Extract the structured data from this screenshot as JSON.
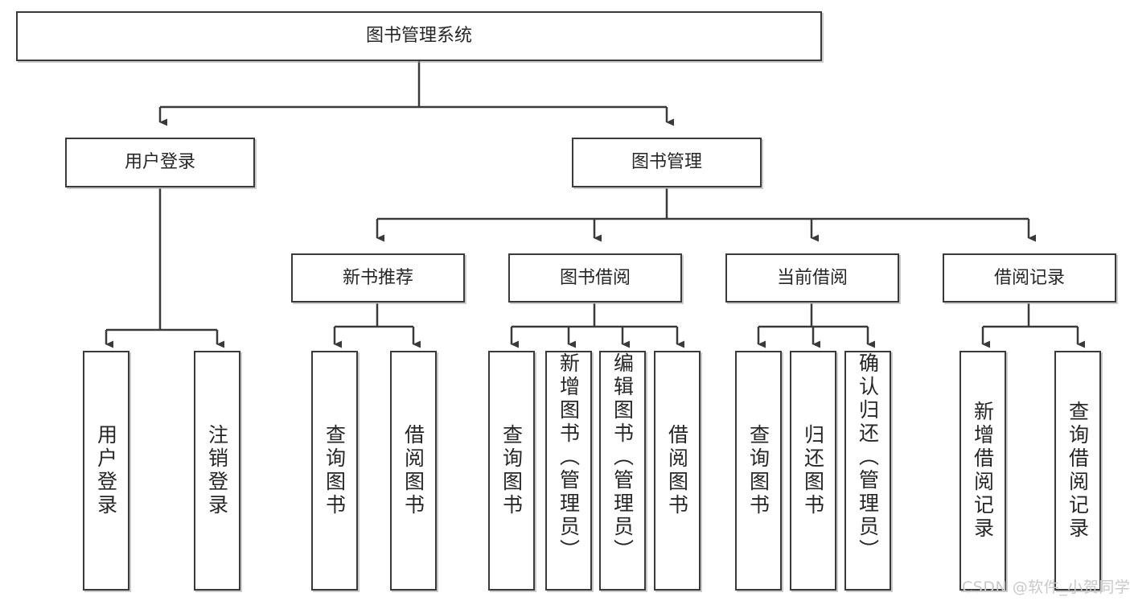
{
  "diagram": {
    "type": "hierarchy-tree",
    "title": "图书管理系统",
    "levels": {
      "root": {
        "label": "图书管理系统"
      },
      "level2": [
        {
          "label": "用户登录"
        },
        {
          "label": "图书管理"
        }
      ],
      "level3": [
        {
          "label": "新书推荐"
        },
        {
          "label": "图书借阅"
        },
        {
          "label": "当前借阅"
        },
        {
          "label": "借阅记录"
        }
      ],
      "leaves": {
        "user_login": [
          {
            "label": "用户登录"
          },
          {
            "label": "注销登录"
          }
        ],
        "new_book_recommend": [
          {
            "label": "查询图书"
          },
          {
            "label": "借阅图书"
          }
        ],
        "book_borrow": [
          {
            "label": "查询图书"
          },
          {
            "label": "新增图书（管理员）"
          },
          {
            "label": "编辑图书（管理员）"
          },
          {
            "label": "借阅图书"
          }
        ],
        "current_borrow": [
          {
            "label": "查询图书"
          },
          {
            "label": "归还图书"
          },
          {
            "label": "确认归还（管理员）"
          }
        ],
        "borrow_record": [
          {
            "label": "新增借阅记录"
          },
          {
            "label": "查询借阅记录"
          }
        ]
      }
    }
  },
  "watermark": {
    "text": "CSDN @软件_小贺同学"
  },
  "colors": {
    "border": "#3a3a3a",
    "text": "#262626",
    "background": "#ffffff",
    "watermark": "#c9c9c9"
  }
}
